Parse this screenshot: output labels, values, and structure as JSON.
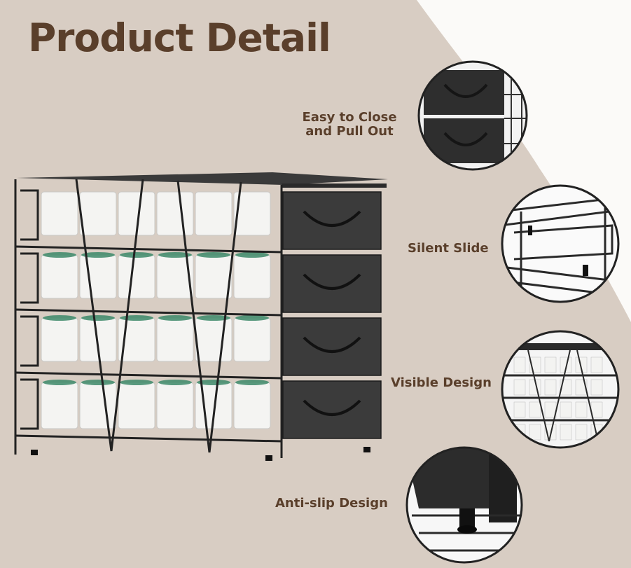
{
  "title": "Product Detail",
  "colors": {
    "title": "#5a3f2b",
    "background_band": "#d8cdc3",
    "rack_metal": "#2b2b2b",
    "pod_white": "#f4f4f2",
    "pod_lid": "#3e8a6a"
  },
  "features": [
    {
      "lines": [
        "Easy to Close",
        "and Pull Out"
      ]
    },
    {
      "label": "Silent Slide"
    },
    {
      "label": "Visible Design"
    },
    {
      "label": "Anti-slip Design"
    }
  ]
}
